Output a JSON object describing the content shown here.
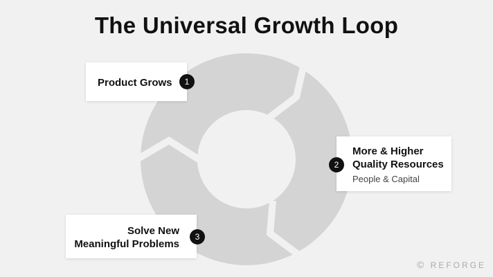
{
  "title": "The Universal Growth Loop",
  "steps": [
    {
      "number": "1",
      "label": "Product Grows"
    },
    {
      "number": "2",
      "label_line1": "More & Higher",
      "label_line2": "Quality Resources",
      "sublabel": "People & Capital"
    },
    {
      "number": "3",
      "label_line1": "Solve New",
      "label_line2": "Meaningful Problems"
    }
  ],
  "brand": {
    "symbol": "©",
    "name": "REFORGE"
  },
  "colors": {
    "background": "#f1f1f1",
    "ring": "#d4d4d4",
    "badge": "#111111"
  }
}
